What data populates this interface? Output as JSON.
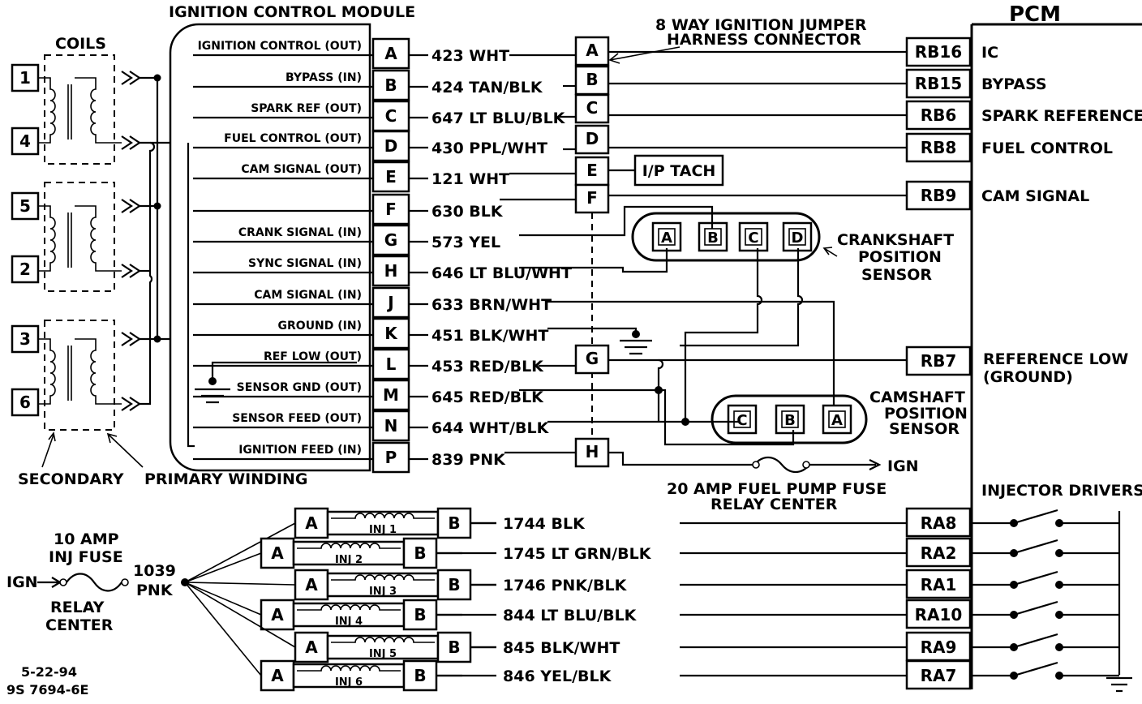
{
  "titles": {
    "icm": "IGNITION CONTROL MODULE",
    "coils": "COILS",
    "pcm": "PCM",
    "jumper_line1": "8 WAY IGNITION JUMPER",
    "jumper_line2": "HARNESS CONNECTOR",
    "injector_drivers": "INJECTOR DRIVERS"
  },
  "coil_numbers": [
    "1",
    "4",
    "5",
    "2",
    "3",
    "6"
  ],
  "icm_signals": [
    {
      "label": "IGNITION CONTROL (OUT)",
      "pin": "A",
      "wire": "423 WHT"
    },
    {
      "label": "BYPASS (IN)",
      "pin": "B",
      "wire": "424 TAN/BLK"
    },
    {
      "label": "SPARK REF (OUT)",
      "pin": "C",
      "wire": "647 LT BLU/BLK"
    },
    {
      "label": "FUEL CONTROL (OUT)",
      "pin": "D",
      "wire": "430 PPL/WHT"
    },
    {
      "label": "CAM SIGNAL (OUT)",
      "pin": "E",
      "wire": "121 WHT"
    },
    {
      "label": "",
      "pin": "F",
      "wire": "630 BLK"
    },
    {
      "label": "CRANK SIGNAL (IN)",
      "pin": "G",
      "wire": "573 YEL"
    },
    {
      "label": "SYNC SIGNAL (IN)",
      "pin": "H",
      "wire": "646 LT BLU/WHT"
    },
    {
      "label": "CAM SIGNAL (IN)",
      "pin": "J",
      "wire": "633 BRN/WHT"
    },
    {
      "label": "GROUND (IN)",
      "pin": "K",
      "wire": "451 BLK/WHT"
    },
    {
      "label": "REF LOW (OUT)",
      "pin": "L",
      "wire": "453 RED/BLK"
    },
    {
      "label": "SENSOR GND (OUT)",
      "pin": "M",
      "wire": "645 RED/BLK"
    },
    {
      "label": "SENSOR FEED (OUT)",
      "pin": "N",
      "wire": "644 WHT/BLK"
    },
    {
      "label": "IGNITION FEED (IN)",
      "pin": "P",
      "wire": "839 PNK"
    }
  ],
  "jumper_pins": [
    "A",
    "B",
    "C",
    "D",
    "E",
    "F",
    "G",
    "H"
  ],
  "tach_label": "I/P TACH",
  "pcm_pins": [
    {
      "pin": "RB16",
      "label": "IC"
    },
    {
      "pin": "RB15",
      "label": "BYPASS"
    },
    {
      "pin": "RB6",
      "label": "SPARK REFERENCE"
    },
    {
      "pin": "RB8",
      "label": "FUEL CONTROL"
    },
    {
      "pin": "RB9",
      "label": "CAM SIGNAL"
    },
    {
      "pin": "RB7",
      "label": "REFERENCE LOW",
      "label2": "(GROUND)"
    }
  ],
  "crank_sensor": {
    "pins": [
      "A",
      "B",
      "C",
      "D"
    ],
    "label1": "CRANKSHAFT",
    "label2": "POSITION",
    "label3": "SENSOR"
  },
  "cam_sensor": {
    "pins": [
      "C",
      "B",
      "A"
    ],
    "label1": "CAMSHAFT",
    "label2": "POSITION",
    "label3": "SENSOR"
  },
  "ign_label": "IGN",
  "fuel_pump_fuse": {
    "line1": "20 AMP FUEL PUMP FUSE",
    "line2": "RELAY CENTER"
  },
  "secondary_label": "SECONDARY",
  "primary_label": "PRIMARY WINDING",
  "inj_fuse": {
    "line1": "10 AMP",
    "line2": "INJ FUSE",
    "ign": "IGN",
    "relay1": "RELAY",
    "relay2": "CENTER",
    "wire1": "1039",
    "wire2": "PNK"
  },
  "injectors": [
    {
      "name": "INJ 1",
      "a": "A",
      "b": "B",
      "wire": "1744 BLK",
      "pcm": "RA8"
    },
    {
      "name": "INJ 2",
      "a": "A",
      "b": "B",
      "wire": "1745  LT GRN/BLK",
      "pcm": "RA2"
    },
    {
      "name": "INJ 3",
      "a": "A",
      "b": "B",
      "wire": "1746 PNK/BLK",
      "pcm": "RA1"
    },
    {
      "name": "INJ 4",
      "a": "A",
      "b": "B",
      "wire": "844 LT BLU/BLK",
      "pcm": "RA10"
    },
    {
      "name": "INJ 5",
      "a": "A",
      "b": "B",
      "wire": "845 BLK/WHT",
      "pcm": "RA9"
    },
    {
      "name": "INJ 6",
      "a": "A",
      "b": "B",
      "wire": "846 YEL/BLK",
      "pcm": "RA7"
    }
  ],
  "footer": {
    "date": "5-22-94",
    "code": "9S   7694-6E"
  }
}
